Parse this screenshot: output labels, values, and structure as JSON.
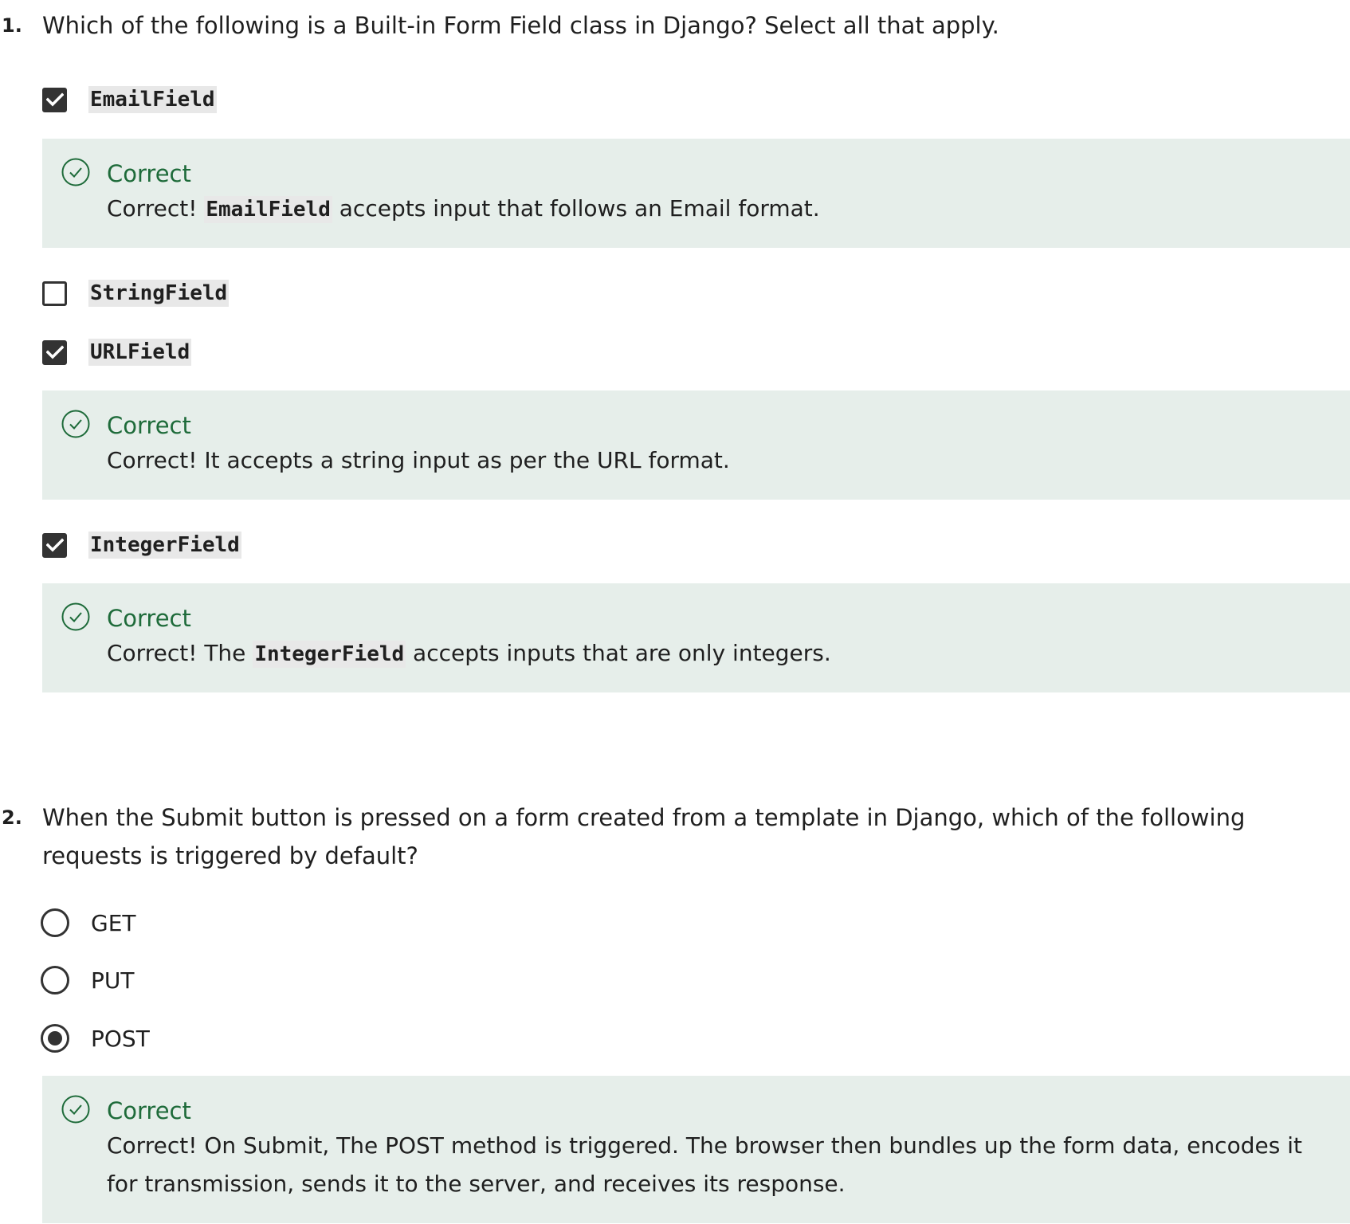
{
  "colors": {
    "feedback_bg": "#e6eeea",
    "correct_green": "#1e6b3a",
    "control_dark": "#333333"
  },
  "questions": [
    {
      "number": "1.",
      "text": "Which of the following is a Built-in Form Field class in Django? Select all that apply.",
      "type": "checkbox",
      "options": [
        {
          "label": "EmailField",
          "checked": true,
          "feedback": {
            "title": "Correct",
            "prefix": "Correct! ",
            "code": "EmailField",
            "suffix": " accepts input that follows an Email format."
          }
        },
        {
          "label": "StringField",
          "checked": false
        },
        {
          "label": "URLField",
          "checked": true,
          "feedback": {
            "title": "Correct",
            "text": "Correct! It accepts a string input as per the URL format."
          }
        },
        {
          "label": "IntegerField",
          "checked": true,
          "feedback": {
            "title": "Correct",
            "prefix": "Correct! The ",
            "code": "IntegerField",
            "suffix": " accepts inputs that are only integers."
          }
        }
      ]
    },
    {
      "number": "2.",
      "text": "When the Submit button is pressed on a form created from a template in Django, which of the following requests is triggered by default?",
      "type": "radio",
      "options": [
        {
          "label": "GET",
          "selected": false
        },
        {
          "label": "PUT",
          "selected": false
        },
        {
          "label": "POST",
          "selected": true,
          "feedback": {
            "title": "Correct",
            "text": "Correct! On Submit, The POST method is triggered. The browser then bundles up the form data, encodes it for transmission, sends it to the server, and receives its response."
          }
        }
      ]
    }
  ],
  "icons": {
    "check": "checkmark-icon",
    "correct": "check-circle-icon"
  }
}
